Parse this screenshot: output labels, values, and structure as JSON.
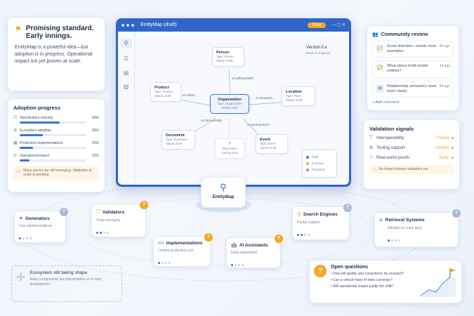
{
  "intro": {
    "title_line1": "Promising standard.",
    "title_line2": "Early innings.",
    "body": "EntityMap is a powerful idea—but adoption is in progress. Operational impact not yet proven at scale."
  },
  "adoption": {
    "title": "Adoption progress",
    "rows": [
      {
        "label": "Specification maturity",
        "pct_label": "60%",
        "pct": 60
      },
      {
        "label": "Ecosystem adoption",
        "pct_label": "35%",
        "pct": 35
      },
      {
        "label": "Production implementations",
        "pct_label": "20%",
        "pct": 20
      },
      {
        "label": "Operational impact",
        "pct_label": "15%",
        "pct": 15
      }
    ],
    "warning": "Many pieces are still emerging. Validation at scale is pending."
  },
  "window": {
    "title": "EntityMap (draft)",
    "beta": "Beta",
    "version": "Version 0.x",
    "version_status": "Work in progress"
  },
  "nodes": {
    "person": {
      "title": "Person",
      "type": "Type: Person",
      "status": "Status: Draft"
    },
    "product": {
      "title": "Product",
      "type": "Type: Product",
      "status": "Status: Draft"
    },
    "organization": {
      "title": "Organization",
      "type": "Type: Organization",
      "status": "Status: Draft"
    },
    "location": {
      "title": "Location",
      "type": "Type: Place",
      "status": "Status: Draft"
    },
    "document": {
      "title": "Document",
      "type": "Type: Document",
      "status": "Status: Draft"
    },
    "event": {
      "title": "Event",
      "type": "Type: Event",
      "status": "Status: Draft"
    },
    "more": {
      "title": "More types",
      "sub": "Coming soon"
    }
  },
  "edges": {
    "affiliated": "em:affiliatedWith",
    "offers": "em:offers",
    "located": "em:locatedIn",
    "described": "em:describedBy",
    "participated": "em:participatedIn"
  },
  "legend": [
    "Draft",
    "In review",
    "Proposed"
  ],
  "community": {
    "title": "Community review",
    "items": [
      {
        "text": "Great direction—needs more examples.",
        "time": "2h ago"
      },
      {
        "text": "What about multi-modal entities?",
        "time": "1d ago"
      },
      {
        "text": "Relationship semantics need more clarity.",
        "time": "2d ago"
      }
    ],
    "add": "+ Add comment"
  },
  "validation": {
    "title": "Validation signals",
    "rows": [
      {
        "label": "Interoperability",
        "value": "Partial"
      },
      {
        "label": "Tooling support",
        "value": "Limited"
      },
      {
        "label": "Real-world proofs",
        "value": "Early"
      }
    ],
    "note": "No broad industry validation yet."
  },
  "hub": {
    "label": "EntityMap"
  },
  "eco": {
    "generators": {
      "title": "Generators",
      "sub": "Few implementations"
    },
    "validators": {
      "title": "Validators",
      "sub": "Tools emerging"
    },
    "implementations": {
      "title": "Implementations",
      "sub": "Limited production use"
    },
    "assistants": {
      "title": "AI Assistants",
      "sub": "Early exploration"
    },
    "search": {
      "title": "Search Engines",
      "sub": "Partial support"
    },
    "retrieval": {
      "title": "Retrieval Systems",
      "sub": "Adoption in early days"
    }
  },
  "ecosystem_note": {
    "title": "Ecosystem still taking shape",
    "body": "Many components are placeholders or in early development."
  },
  "questions": {
    "title": "Open questions",
    "items": [
      "How will quality and consistency be ensured?",
      "Can a critical mass of tools converge?",
      "Will operational impact justify the shift?"
    ]
  },
  "colors": {
    "accent": "#2f66c8",
    "orange": "#f5a623",
    "warn_bg": "#fff6e8"
  }
}
